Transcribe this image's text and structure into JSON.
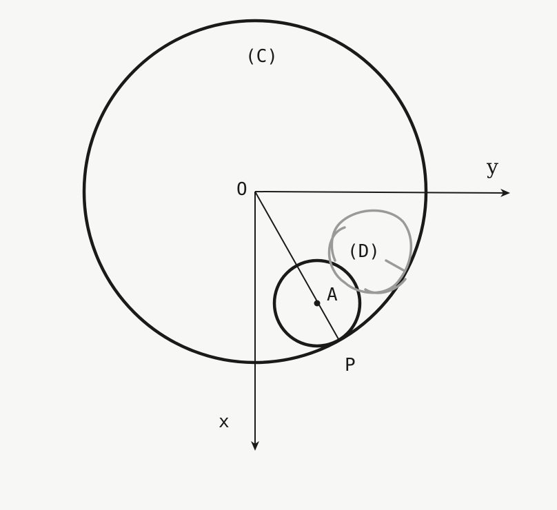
{
  "diagram": {
    "labels": {
      "big_circle": "(C)",
      "small_circle": "(D)",
      "origin": "O",
      "center": "A",
      "tangent_point": "P",
      "x_axis": "x",
      "y_axis": "y"
    },
    "colors": {
      "ink": "#1a1a1a",
      "pencil": "#9a9a9a",
      "paper": "#f7f7f5"
    }
  }
}
